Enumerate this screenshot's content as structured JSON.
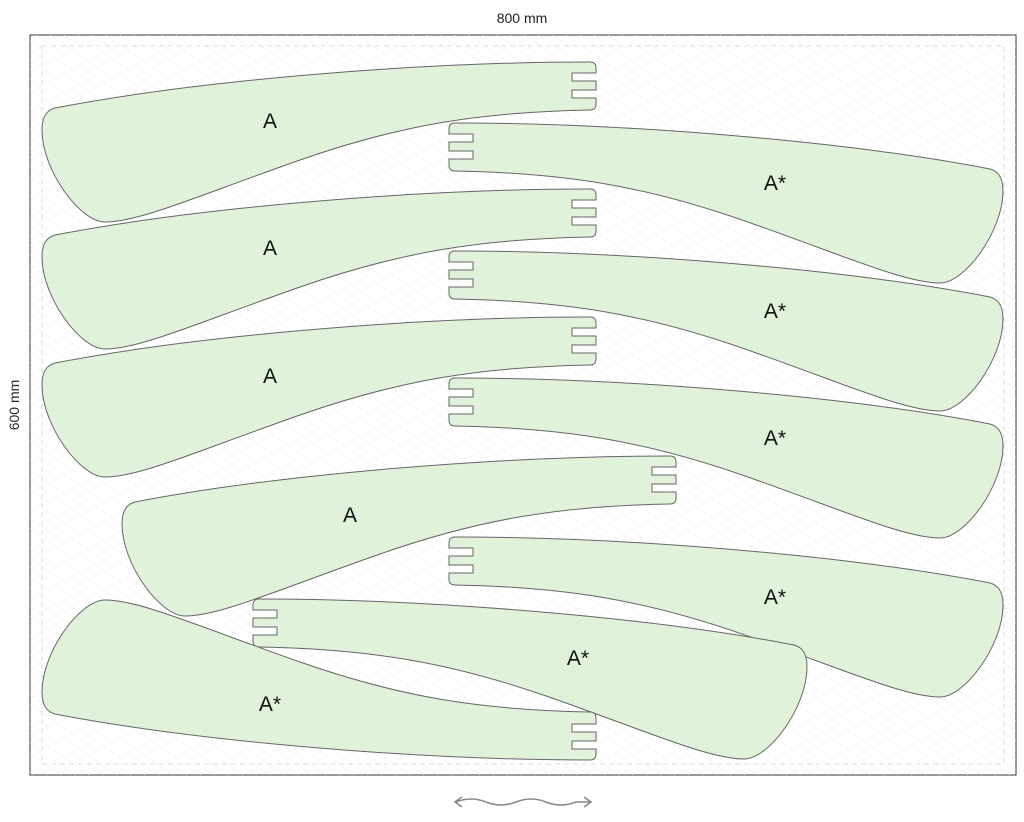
{
  "sheet": {
    "width_label": "800 mm",
    "height_label": "600 mm"
  },
  "colors": {
    "piece_fill": "#e0f2da",
    "piece_stroke": "#666666",
    "sheet_border": "#333333",
    "margin": "#dddddd"
  },
  "pieces": [
    {
      "label": "A"
    },
    {
      "label": "A"
    },
    {
      "label": "A"
    },
    {
      "label": "A"
    },
    {
      "label": "A*"
    },
    {
      "label": "A*"
    },
    {
      "label": "A*"
    },
    {
      "label": "A*"
    },
    {
      "label": "A*"
    },
    {
      "label": "A*"
    }
  ],
  "grain_direction_icon": "wavy-double-arrow-icon"
}
